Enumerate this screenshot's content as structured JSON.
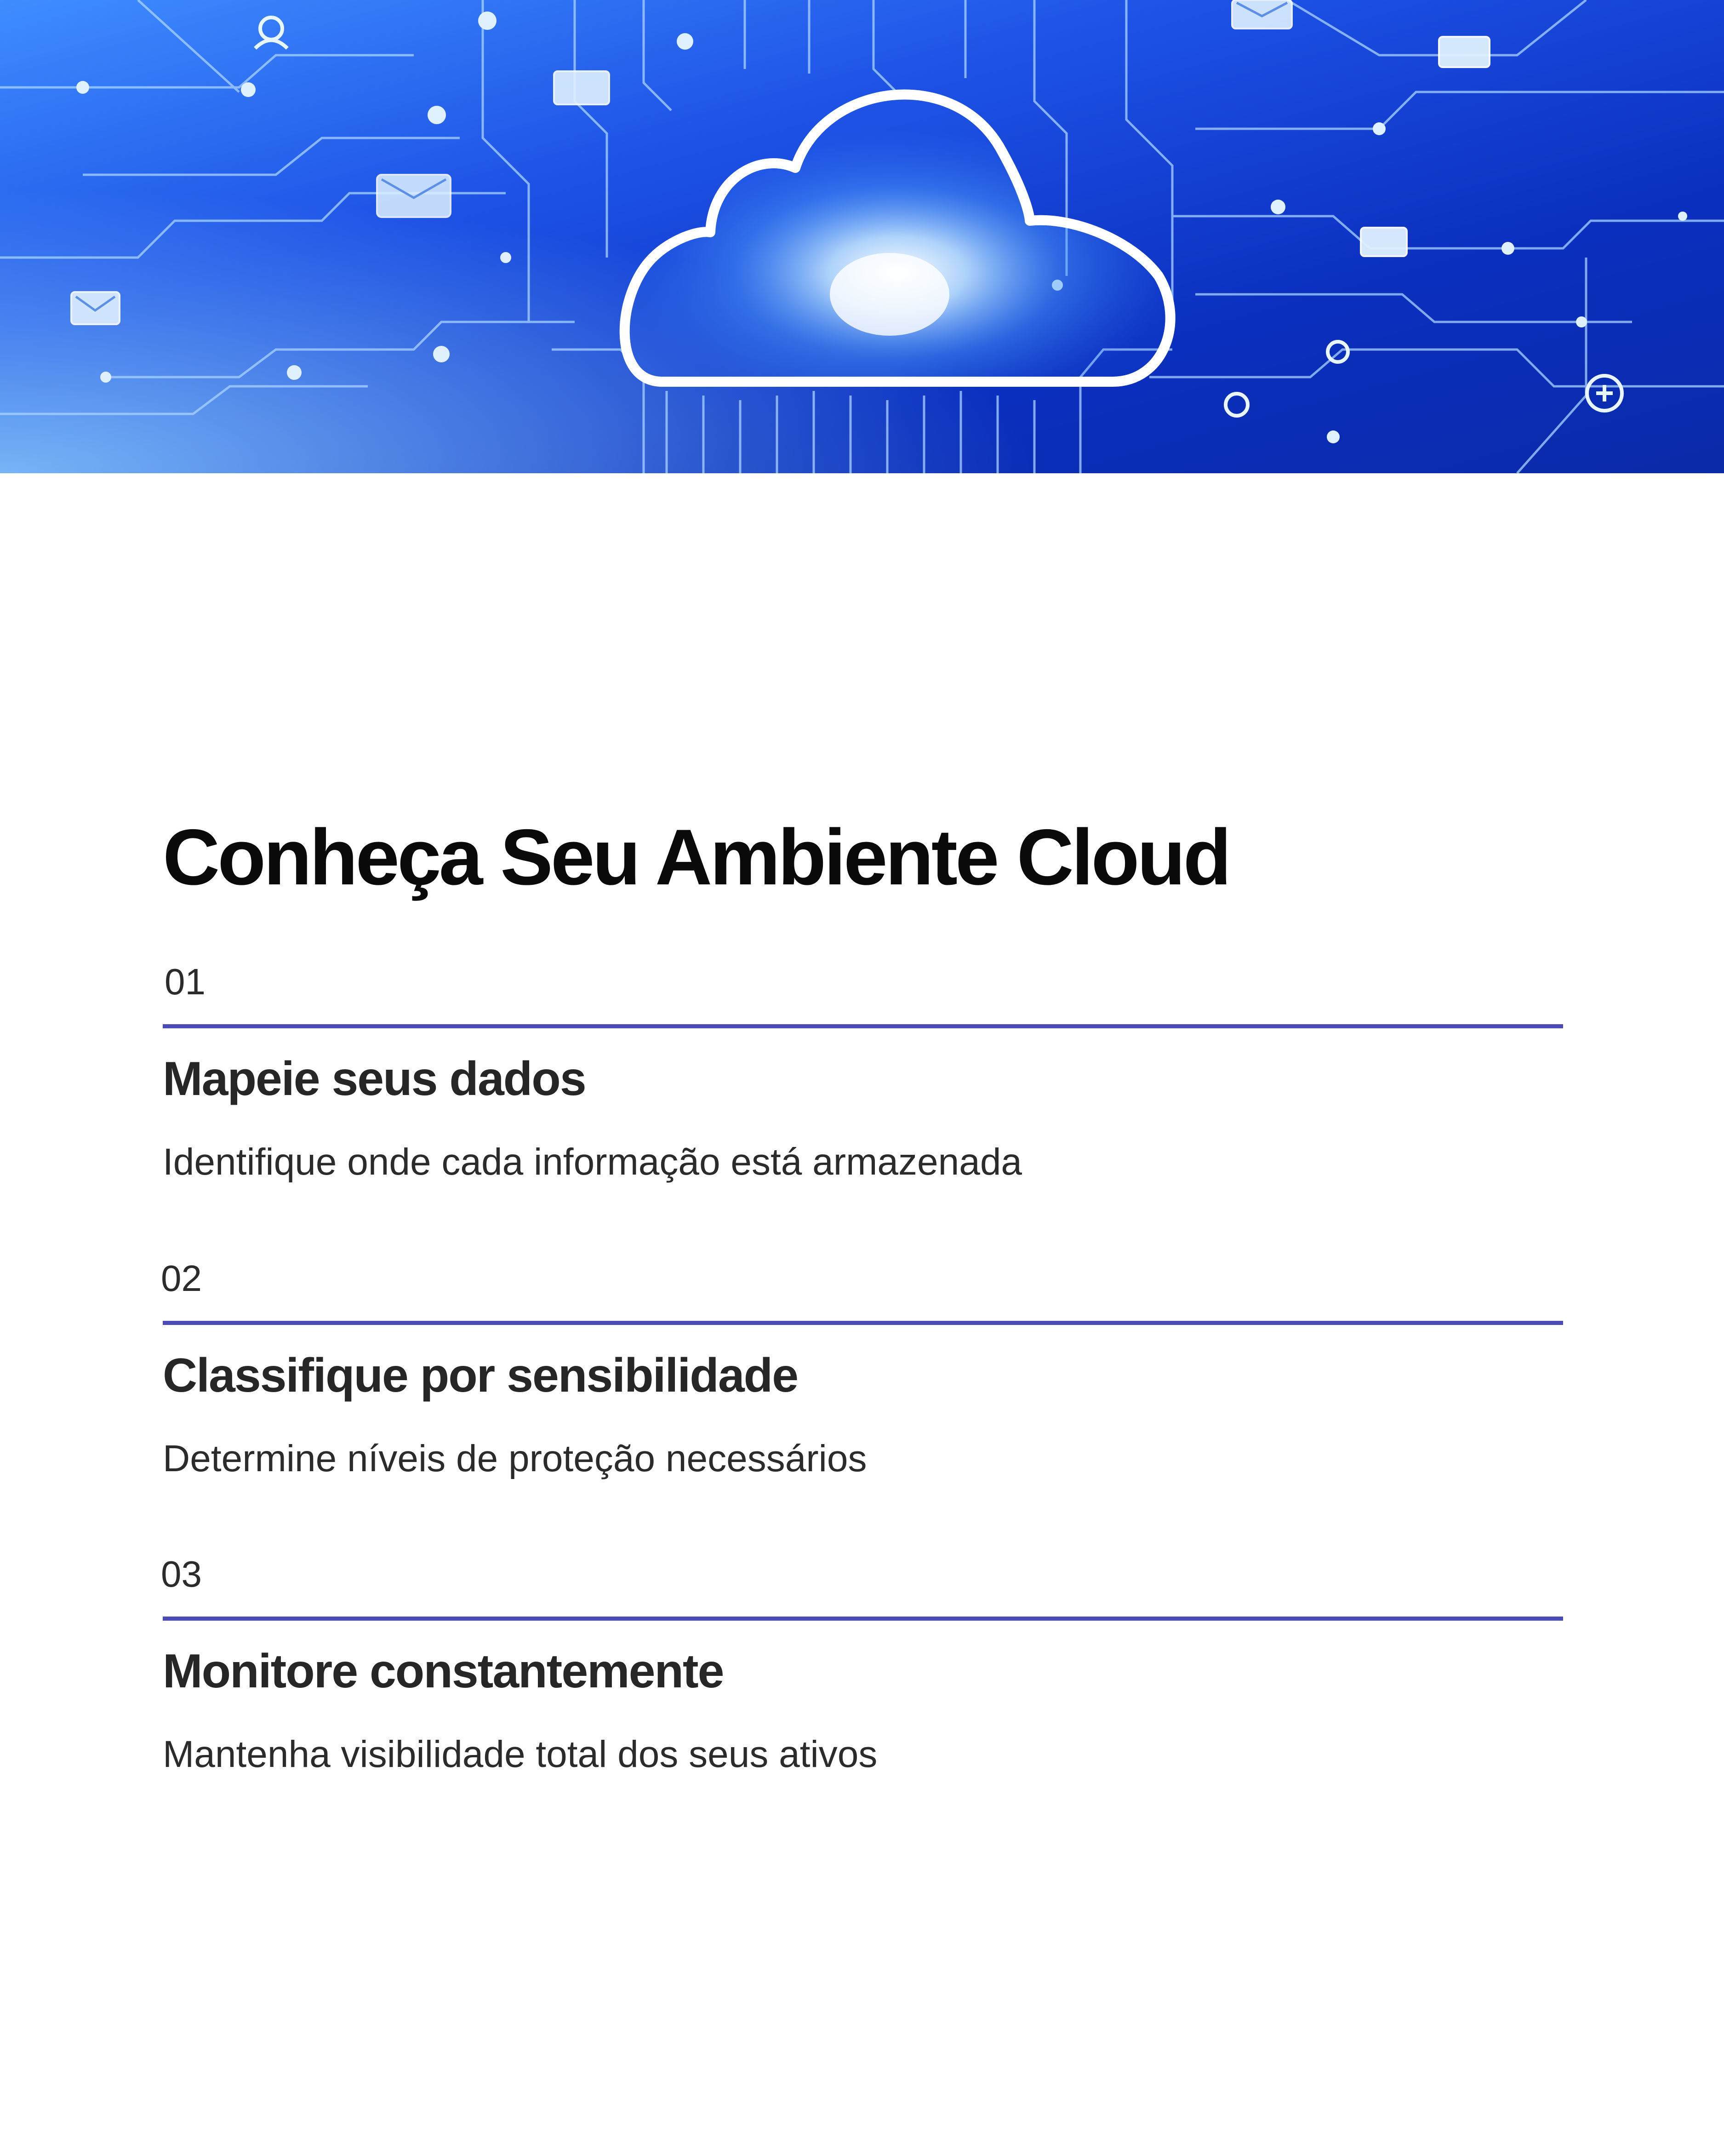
{
  "hero": {
    "alt": "cloud-circuit-banner"
  },
  "colors": {
    "accent_rule": "#4b4cb6",
    "hero_dark": "#0b2fbf",
    "hero_light": "#3f8dff"
  },
  "title": "Conheça Seu Ambiente Cloud",
  "steps": [
    {
      "number": "01",
      "title": "Mapeie seus dados",
      "description": "Identifique onde cada informação está armazenada"
    },
    {
      "number": "02",
      "title": "Classifique por sensibilidade",
      "description": "Determine níveis de proteção necessários"
    },
    {
      "number": "03",
      "title": "Monitore constantemente",
      "description": "Mantenha visibilidade total dos seus ativos"
    }
  ]
}
